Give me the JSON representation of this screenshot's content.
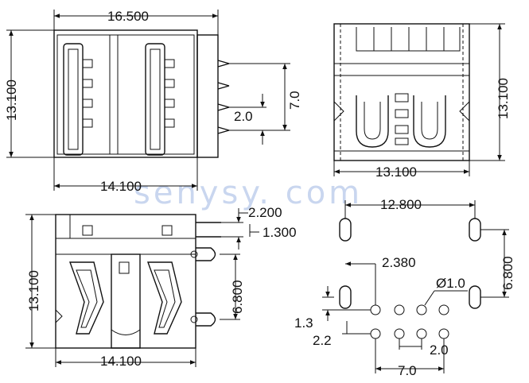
{
  "watermark": "senysy. com",
  "views": {
    "top": {
      "width_overall": "16.500",
      "height": "13.100",
      "pin_span": "7.0",
      "pin_pitch": "2.0",
      "body_width": "14.100"
    },
    "end": {
      "height": "13.100",
      "width": "13.100"
    },
    "side": {
      "height": "13.100",
      "offset_a": "2.200",
      "offset_b": "1.300",
      "post_pitch": "6.800",
      "width": "14.100"
    },
    "footprint": {
      "post_span": "12.800",
      "post_pitch": "6.800",
      "row_offset": "2.380",
      "hole_dia": "Ø1.0",
      "x_offset": "1.3",
      "y_offset": "2.2",
      "pin_pitch": "2.0",
      "pin_span": "7.0"
    }
  }
}
